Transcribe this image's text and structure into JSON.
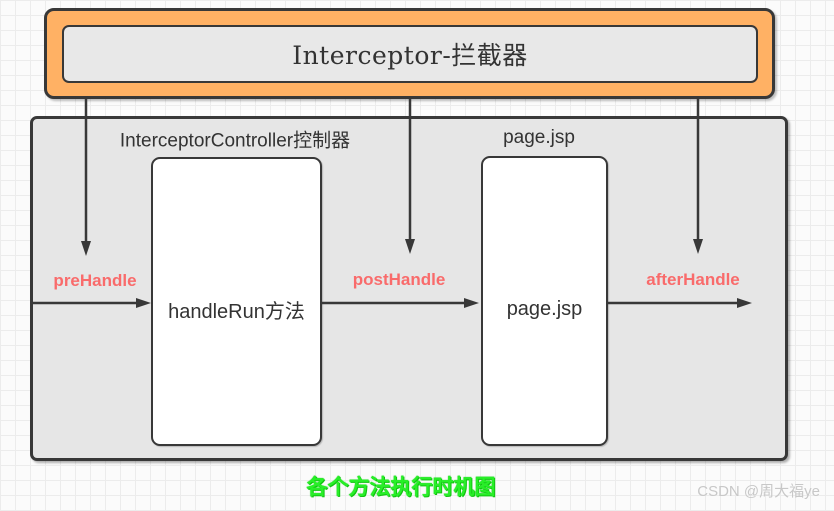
{
  "banner": {
    "title": "Interceptor-拦截器"
  },
  "diagram": {
    "controller_label": "InterceptorController控制器",
    "page_area_label": "page.jsp",
    "nodes": {
      "handle_run": "handleRun方法",
      "page_jsp": "page.jsp"
    },
    "hooks": {
      "pre": "preHandle",
      "post": "postHandle",
      "after": "afterHandle"
    }
  },
  "caption": "各个方法执行时机图",
  "watermark": "CSDN @周大福ye",
  "colors": {
    "banner_fill": "#ffb164",
    "box_fill": "#e6e6e6",
    "node_fill": "#ffffff",
    "line": "#383838",
    "hook_label": "#f96b6b",
    "caption_green": "#28ef28",
    "watermark_gray": "#c8c8c8"
  }
}
